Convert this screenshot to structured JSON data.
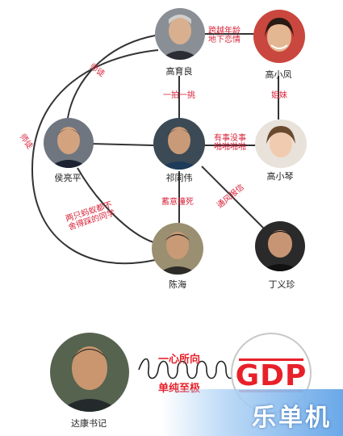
{
  "people": {
    "gao_yuliang": "高育良",
    "gao_xiaofeng": "高小凤",
    "hou_liangping": "侯亮平",
    "qi_tongwei": "祁同伟",
    "gao_xiaoqin": "高小琴",
    "chen_hai": "陈海",
    "ding_yizhen": "丁义珍",
    "dakang": "达康书记"
  },
  "relations": {
    "gao_gaofeng": "跨越年龄\n地下恋情",
    "gao_hou": "师徒",
    "gao_qi": "一拍一挑",
    "feng_qin": "姐妹",
    "hou_qi": "师徒",
    "qi_qin": "有事没事\n啪啪啪啪",
    "qi_chen": "蓄意撞死",
    "qi_ding": "通风报信",
    "hou_chen": "两只蚂蚁都不\n舍得踩的同学"
  },
  "bottom": {
    "relation_top": "一心所向",
    "relation_bottom": "单纯至极",
    "gdp_label": "GDP"
  },
  "watermark": "乐单机"
}
